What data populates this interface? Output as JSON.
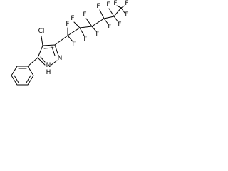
{
  "structure": {
    "atoms": {
      "chlorine": "Cl",
      "ring_nitrogen": "N",
      "nh_nitrogen": "N",
      "nh_hydrogen": "H",
      "fluorine": "F"
    }
  }
}
